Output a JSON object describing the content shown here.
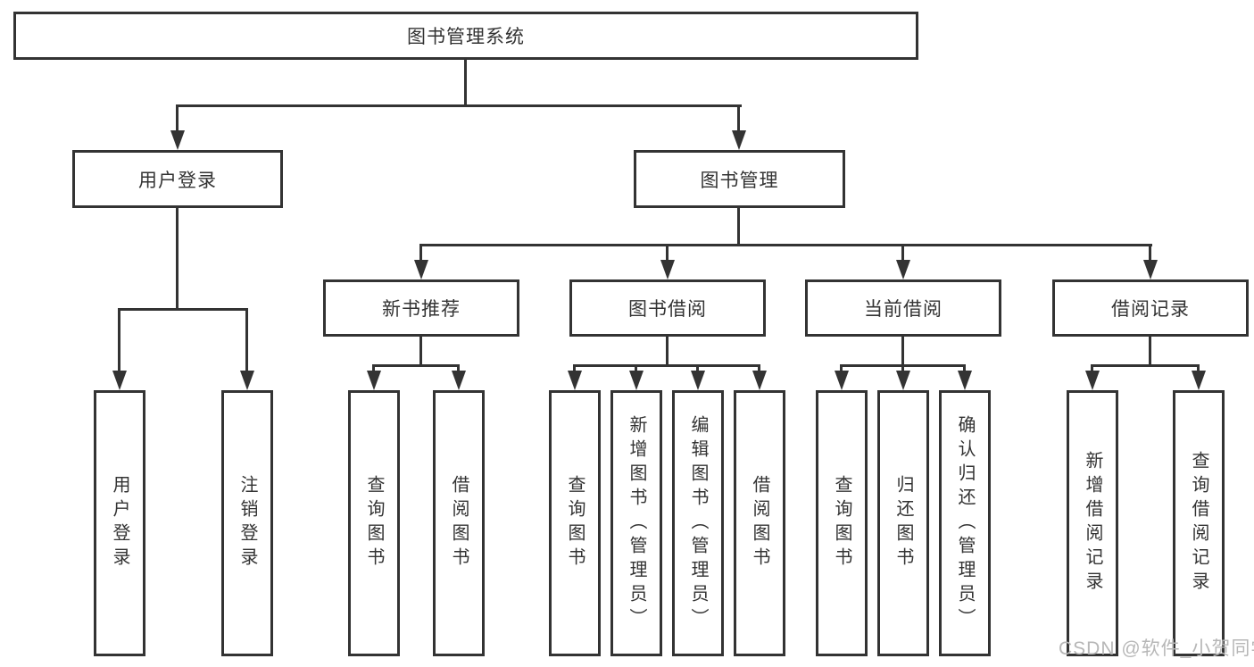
{
  "diagram": {
    "root": {
      "label": "图书管理系统"
    },
    "level1": [
      {
        "label": "用户登录"
      },
      {
        "label": "图书管理"
      }
    ],
    "level2": [
      {
        "label": "新书推荐"
      },
      {
        "label": "图书借阅"
      },
      {
        "label": "当前借阅"
      },
      {
        "label": "借阅记录"
      }
    ],
    "leaves": {
      "user_login": [
        "用户登录",
        "注销登录"
      ],
      "new_books": [
        "查询图书",
        "借阅图书"
      ],
      "book_borrow": [
        "查询图书",
        "新增图书（管理员）",
        "编辑图书（管理员）",
        "借阅图书"
      ],
      "current_borrow": [
        "查询图书",
        "归还图书",
        "确认归还（管理员）"
      ],
      "borrow_records": [
        "新增借阅记录",
        "查询借阅记录"
      ]
    },
    "colors": {
      "line": "#333333",
      "box_border": "#333333",
      "text": "#333333",
      "watermark": "#b7b7b7",
      "background": "#ffffff"
    },
    "watermark": {
      "text": "CSDN @软件_小贺同学"
    }
  }
}
